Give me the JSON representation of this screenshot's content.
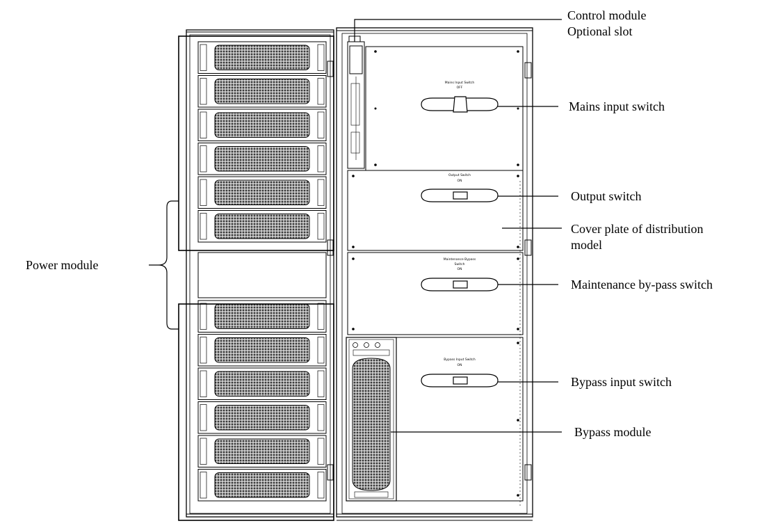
{
  "callouts": {
    "control_module": "Control module",
    "optional_slot": "Optional slot",
    "mains_input_switch": "Mains input switch",
    "output_switch": "Output  switch",
    "cover_plate_line1": "Cover plate of distribution",
    "cover_plate_line2": "model",
    "maintenance_bypass_switch": "Maintenance by-pass switch",
    "bypass_input_switch": "Bypass input switch",
    "bypass_module": "Bypass module",
    "power_module": "Power module"
  },
  "panel_captions": {
    "mains": "Mains Input Switch",
    "mains_state": "OFF",
    "output": "Output Switch",
    "output_state": "ON",
    "maintenance_line1": "Maintenance Bypass",
    "maintenance_line2": "Switch",
    "maintenance_state": "ON",
    "bypass": "Bypass Input Switch",
    "bypass_state": "ON"
  },
  "module_counts": {
    "upper_power_modules": 6,
    "lower_power_modules": 6
  },
  "colors": {
    "line": "#000000",
    "grille": "#3a3a3a",
    "background": "#ffffff"
  }
}
